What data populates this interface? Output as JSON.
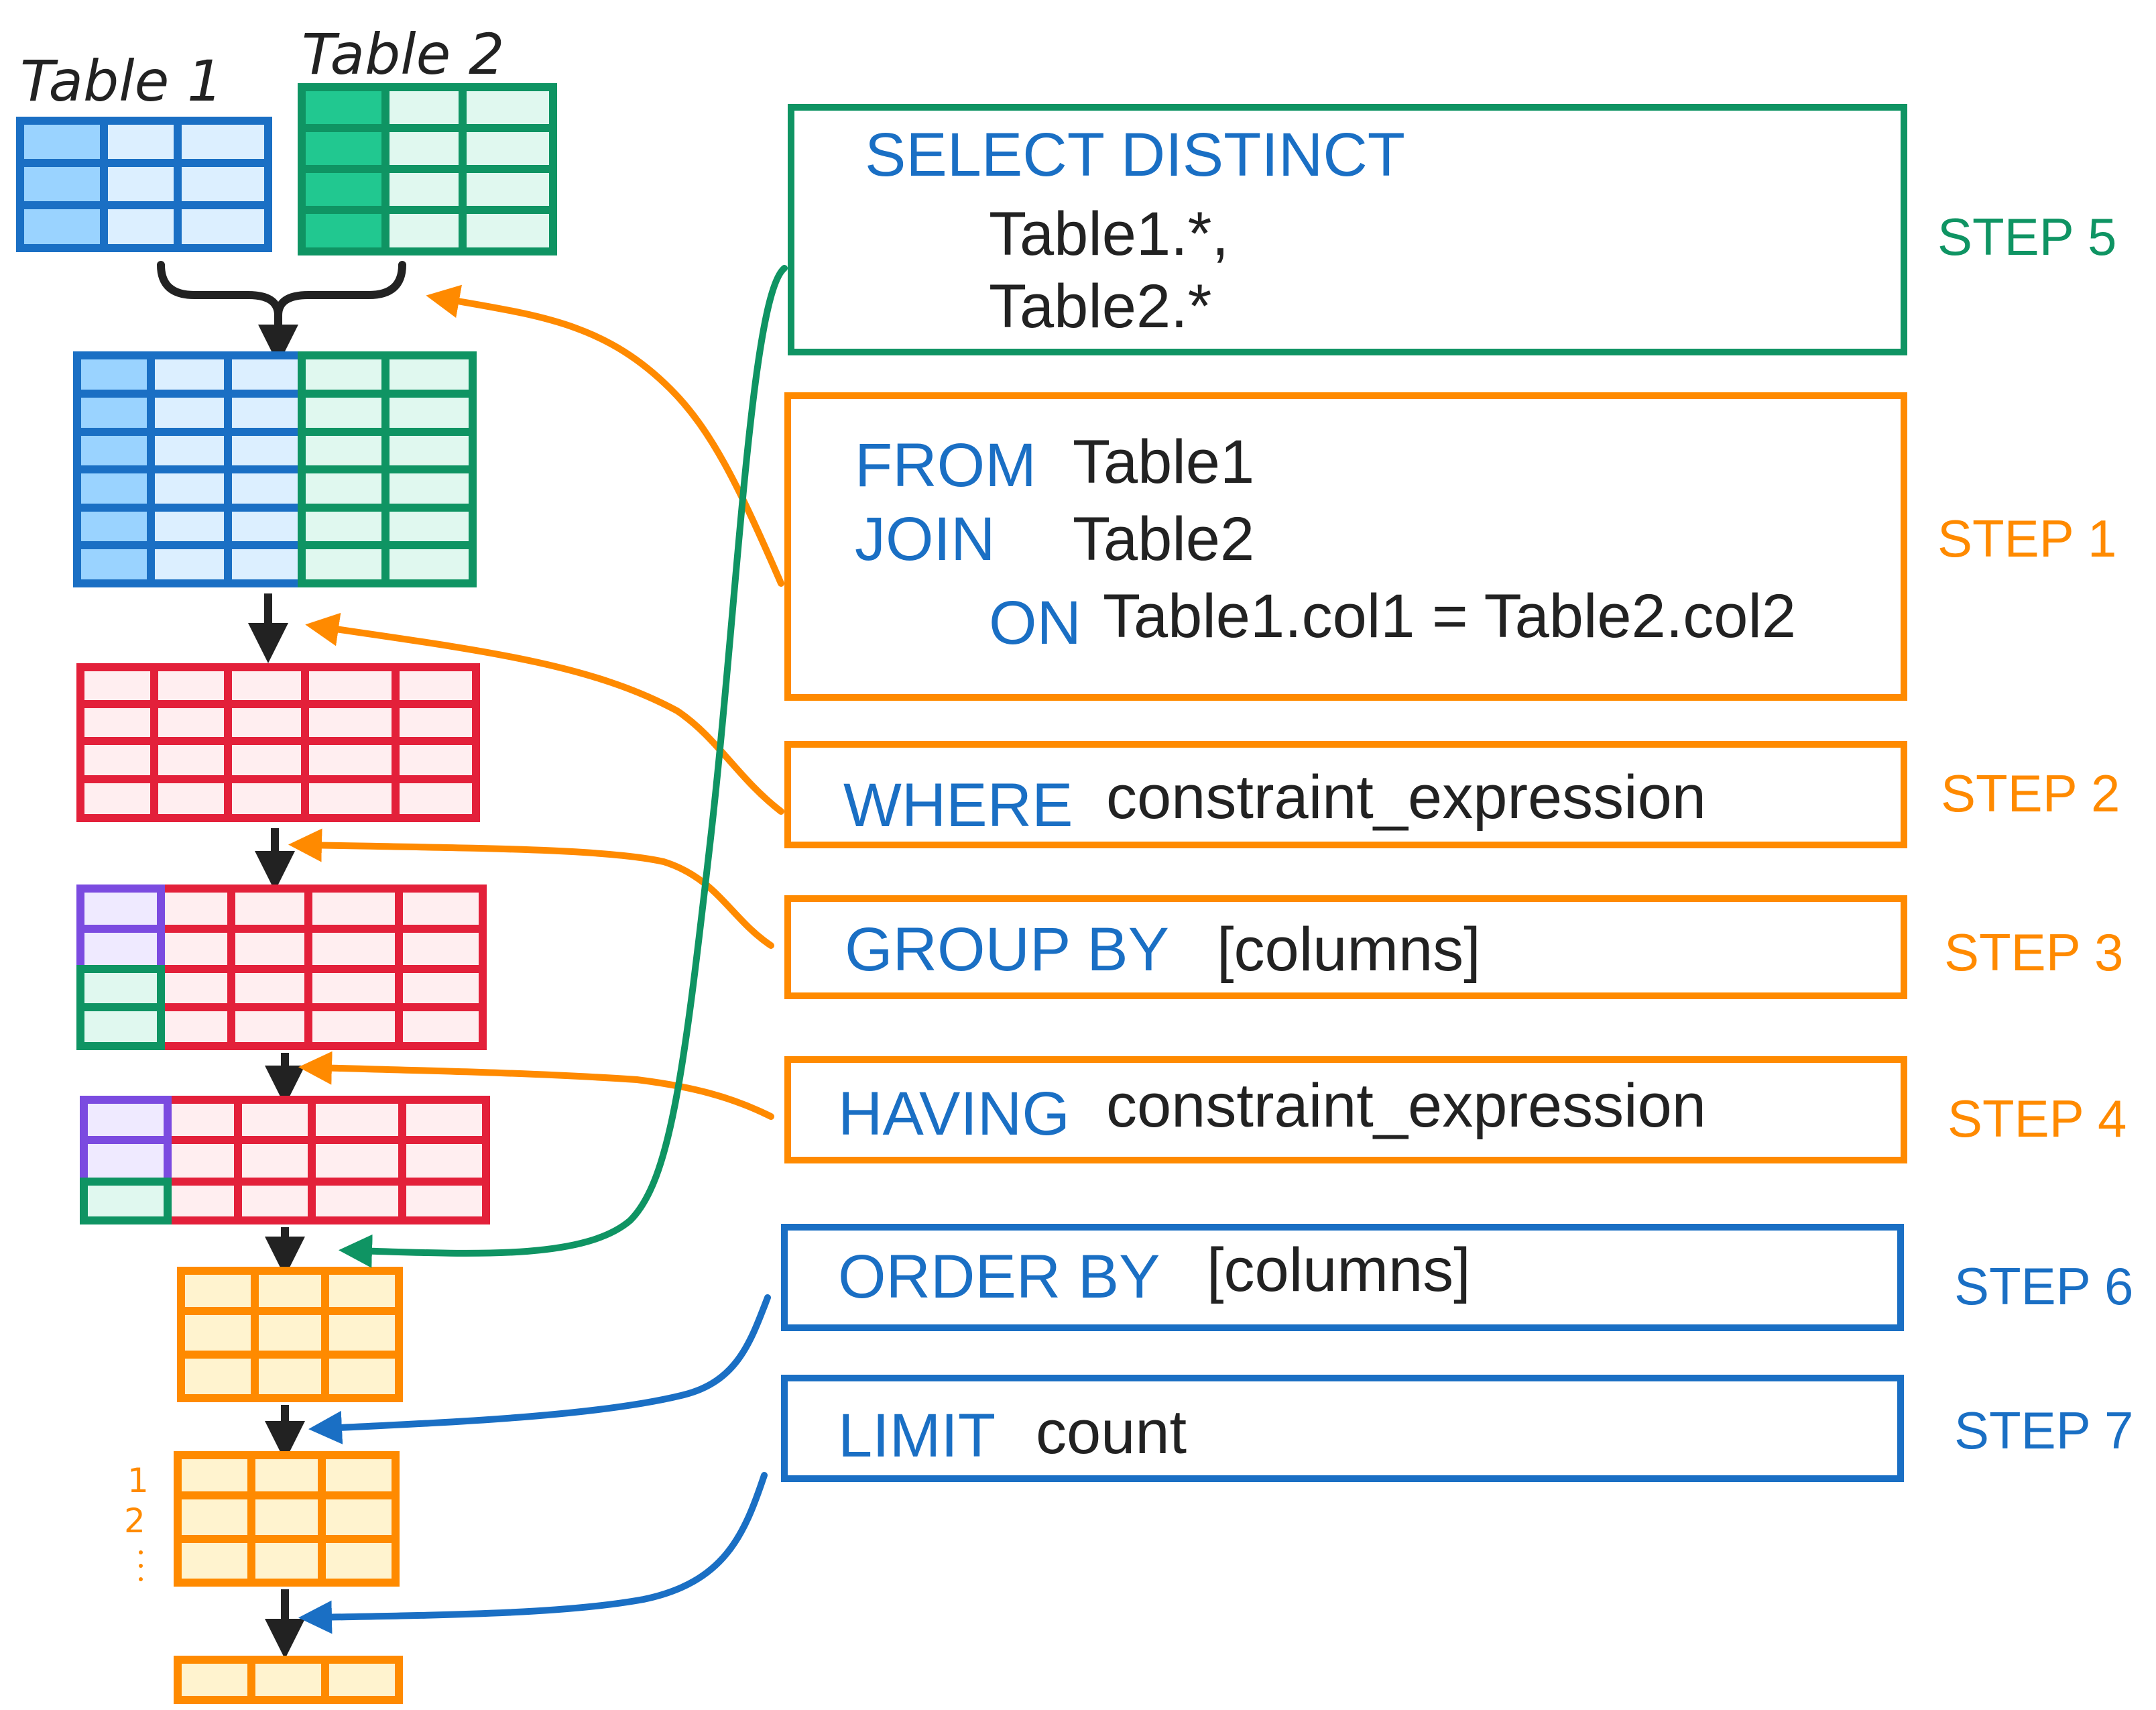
{
  "colors": {
    "blue": "#1a6fc4",
    "blue_fill": "#dcefff",
    "blue_dark_fill": "#9ad3ff",
    "green": "#0f9463",
    "green_fill": "#e0f8ef",
    "green_dark_fill": "#21c890",
    "red": "#e3203a",
    "red_fill": "#ffeef0",
    "purple": "#7b4be0",
    "purple_fill": "#efeaff",
    "orange": "#ff8a00",
    "orange_fill": "#fff3cf",
    "black": "#222222"
  },
  "tables": {
    "table1_label": "Table 1",
    "table2_label": "Table 2"
  },
  "row_numbers": [
    "1",
    "2"
  ],
  "steps": [
    {
      "id": "step5",
      "step_label": "STEP 5",
      "color": "#0f9463",
      "lines": [
        {
          "keyword": "SELECT DISTINCT",
          "text": ""
        },
        {
          "keyword": "",
          "text": "Table1.*,"
        },
        {
          "keyword": "",
          "text": "Table2.*"
        }
      ]
    },
    {
      "id": "step1",
      "step_label": "STEP 1",
      "color": "#ff8a00",
      "lines": [
        {
          "keyword": "FROM",
          "text": "Table1"
        },
        {
          "keyword": "JOIN",
          "text": "Table2"
        },
        {
          "keyword": "ON",
          "text": "Table1.col1 = Table2.col2"
        }
      ]
    },
    {
      "id": "step2",
      "step_label": "STEP 2",
      "color": "#ff8a00",
      "lines": [
        {
          "keyword": "WHERE",
          "text": "constraint_expression"
        }
      ]
    },
    {
      "id": "step3",
      "step_label": "STEP 3",
      "color": "#ff8a00",
      "lines": [
        {
          "keyword": "GROUP BY",
          "text": "[columns]"
        }
      ]
    },
    {
      "id": "step4",
      "step_label": "STEP 4",
      "color": "#ff8a00",
      "lines": [
        {
          "keyword": "HAVING",
          "text": "constraint_expression"
        }
      ]
    },
    {
      "id": "step6",
      "step_label": "STEP 6",
      "color": "#1a6fc4",
      "lines": [
        {
          "keyword": "ORDER BY",
          "text": "[columns]"
        }
      ]
    },
    {
      "id": "step7",
      "step_label": "STEP 7",
      "color": "#1a6fc4",
      "lines": [
        {
          "keyword": "LIMIT",
          "text": "count"
        }
      ]
    }
  ]
}
